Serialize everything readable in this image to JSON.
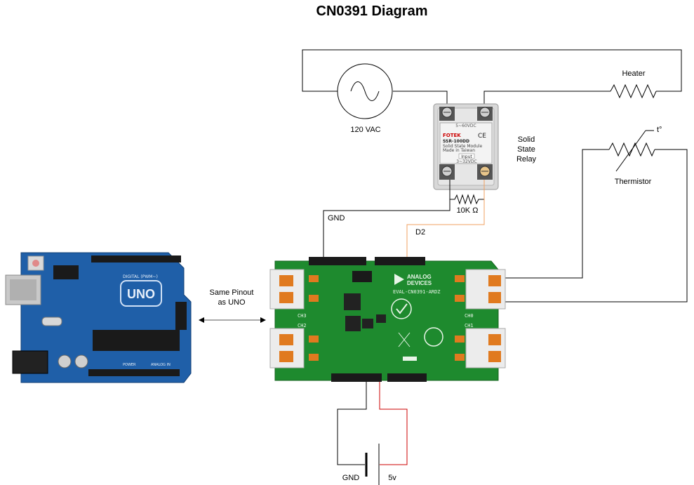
{
  "title": "CN0391 Diagram",
  "labels": {
    "ac_source": "120 VAC",
    "heater": "Heater",
    "relay": [
      "Solid",
      "State",
      "Relay"
    ],
    "thermistor": "Thermistor",
    "thermistor_temp": "t°",
    "resistor": "10K Ω",
    "gnd_top": "GND",
    "d2": "D2",
    "pinout": [
      "Same Pinout",
      "as UNO"
    ],
    "gnd_bottom": "GND",
    "supply": "5v"
  },
  "relay_module": {
    "brand": "FOTEK",
    "model": "SSR-100DD",
    "desc": "Solid State Module",
    "origin": "Made in Taiwan",
    "output": "5~60VDC",
    "input_label": "Input",
    "input_range": "3~32VDC",
    "mark": "CE"
  },
  "arduino": {
    "board_label": "UNO",
    "digital_label": "DIGITAL (PWM~)",
    "power_label": "POWER",
    "analog_label": "ANALOG IN"
  },
  "shield": {
    "brand_line1": "ANALOG",
    "brand_line2": "DEVICES",
    "board_id": "EVAL-CN0391-ARDZ",
    "channels": [
      "CH3",
      "CH2",
      "CH0",
      "CH1"
    ]
  },
  "colors": {
    "pcb_green": "#1e8a2e",
    "uno_blue": "#1f5fa8",
    "d2_wire": "#f0a060",
    "supply_wire": "#cc0000",
    "terminal_orange": "#e07a1f"
  }
}
